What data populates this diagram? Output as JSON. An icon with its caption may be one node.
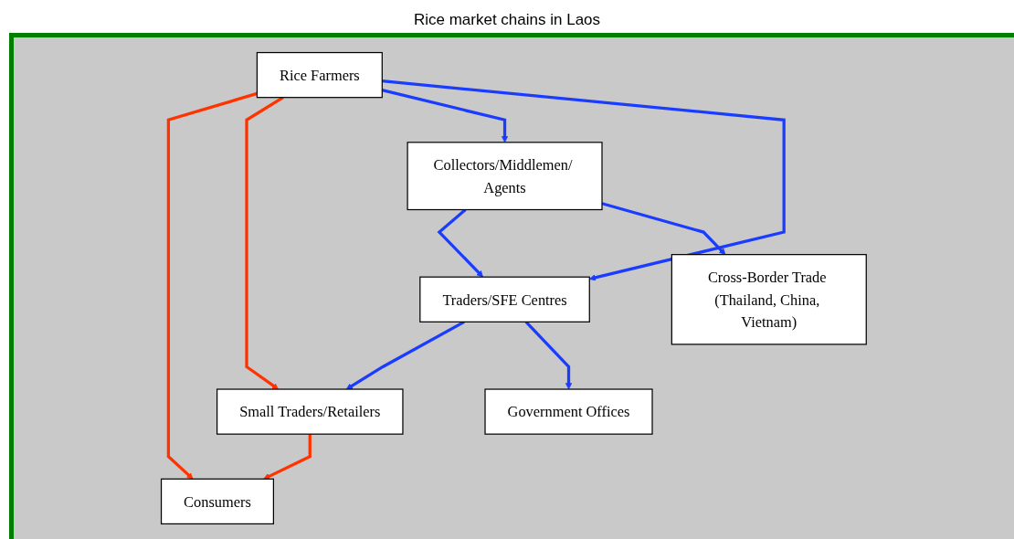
{
  "diagram": {
    "title": "Rice market chains in Laos",
    "nodes": [
      {
        "text": [
          "Rice Farmers"
        ]
      },
      {
        "text": [
          "Consumers"
        ]
      },
      {
        "text": [
          "Small Traders/Retailers"
        ]
      },
      {
        "text": [
          "Traders/SFE Centres"
        ]
      },
      {
        "text": [
          "Government Offices"
        ]
      },
      {
        "text": [
          "Collectors/Middlemen/ Agents"
        ]
      },
      {
        "text": [
          "Cross-Border Trade (Thailand, China, Vietnam)"
        ]
      }
    ],
    "edges": [
      {
        "from": 0,
        "to": 1,
        "arrow": "to",
        "color": "#ff3300"
      },
      {
        "from": 0,
        "to": 2,
        "arrow": "to",
        "color": "#ff3300"
      },
      {
        "from": 2,
        "to": 1,
        "arrow": "to",
        "color": "#ff3300"
      },
      {
        "from": 0,
        "to": 5,
        "arrow": "to"
      },
      {
        "from": 0,
        "to": 3,
        "arrow": "to"
      },
      {
        "from": 3,
        "to": 2,
        "arrow": "to"
      },
      {
        "from": 3,
        "to": 4,
        "arrow": "to"
      },
      {
        "from": 5,
        "to": 3,
        "arrow": "to"
      },
      {
        "from": 5,
        "to": 6,
        "arrow": "to"
      }
    ]
  }
}
